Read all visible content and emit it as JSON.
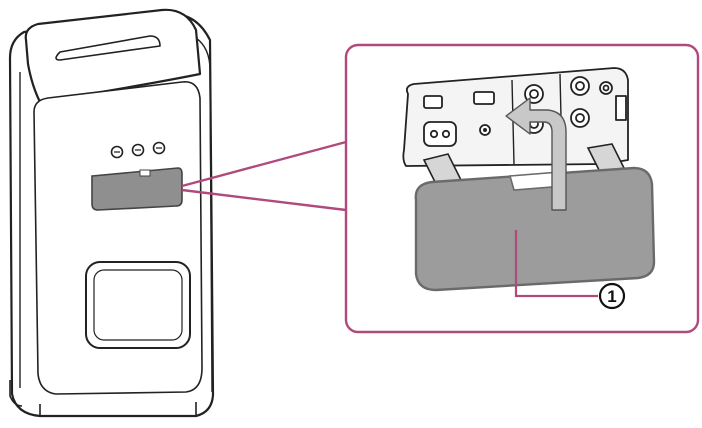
{
  "diagram": {
    "callout": {
      "number": "1"
    },
    "colors": {
      "outline": "#222222",
      "callout_line": "#b04a7c",
      "speaker_fill": "#ffffff",
      "panel_fill": "#f4f4f4",
      "cover_fill": "#9c9c9c",
      "cover_stroke": "#6a6a6a",
      "arrow_fill": "#c8c8c8"
    },
    "icons": [
      "speaker-unit",
      "jack-panel",
      "jack-cover",
      "lift-arrow"
    ]
  }
}
